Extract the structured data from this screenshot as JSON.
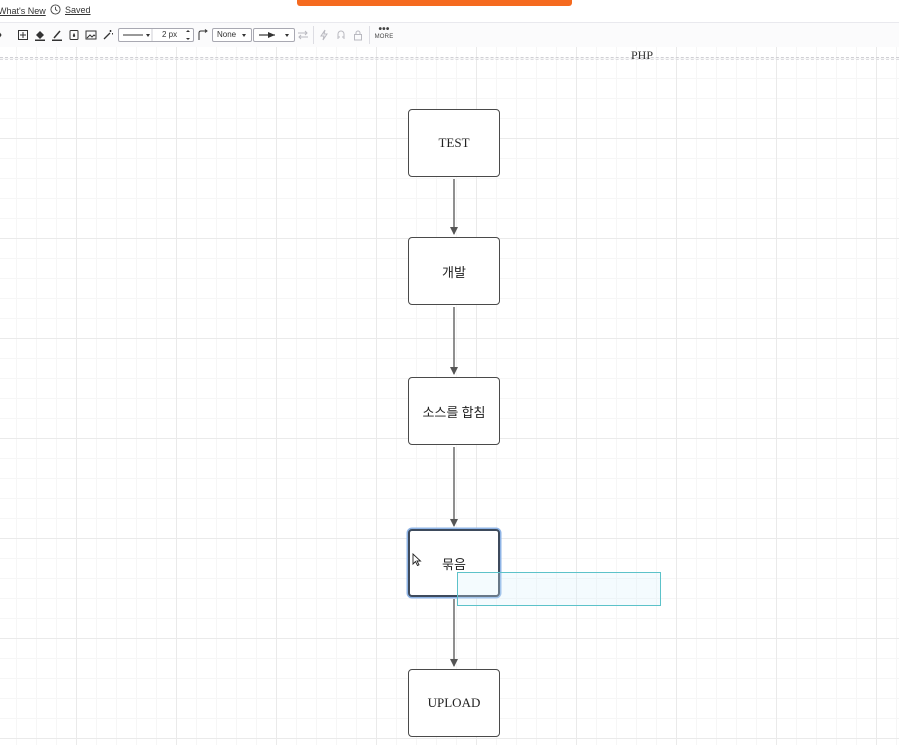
{
  "topbar": {
    "whats_new": "What's New",
    "saved": "Saved"
  },
  "toolbar": {
    "line_width": "2 px",
    "line_end_none": "None",
    "more_label": "MORE",
    "icons": [
      "align-icon",
      "add-shape-icon",
      "fill-bucket-icon",
      "line-color-icon",
      "opacity-icon",
      "image-icon",
      "magic-wand-icon",
      "line-style-icon",
      "corner-style-icon",
      "arrow-start-icon",
      "arrow-end-icon",
      "swap-arrows-icon",
      "lightning-icon",
      "magnet-icon",
      "lock-icon",
      "more-icon"
    ]
  },
  "canvas": {
    "page_label": "PHP",
    "nodes": [
      {
        "label": "TEST"
      },
      {
        "label": "개발"
      },
      {
        "label": "소스를 합침"
      },
      {
        "label": "묶음"
      },
      {
        "label": "UPLOAD"
      }
    ],
    "edges": [
      {
        "from": "TEST",
        "to": "개발"
      },
      {
        "from": "개발",
        "to": "소스를 합침"
      },
      {
        "from": "소스를 합침",
        "to": "묶음"
      },
      {
        "from": "묶음",
        "to": "UPLOAD"
      }
    ],
    "colors": {
      "node_border": "#4a4a4a",
      "selected_outline": "#8fb4e6",
      "drop_highlight": "#5cc2c9",
      "banner": "#f56a1f"
    }
  }
}
